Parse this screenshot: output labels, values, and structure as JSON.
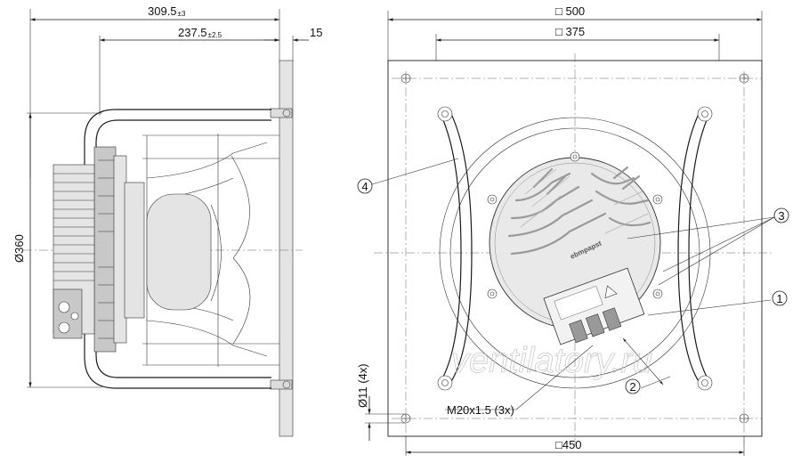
{
  "dimensions": {
    "overall_depth": {
      "value": "309.5",
      "tolerance": "±3"
    },
    "mount_depth": {
      "value": "237.5",
      "tolerance": "±2.5"
    },
    "plate_thickness": "15",
    "diameter": "Ø360",
    "plate_size": "□ 500",
    "hole_spacing_top": "□ 375",
    "hole_spacing_bottom": "□450",
    "hole_diameter": "Ø11 (4x)",
    "cable_gland": "M20x1.5 (3x)"
  },
  "callouts": [
    "1",
    "2",
    "3",
    "4"
  ],
  "watermark": "ventilatory.ru",
  "motor_logo": "ebmpapst"
}
